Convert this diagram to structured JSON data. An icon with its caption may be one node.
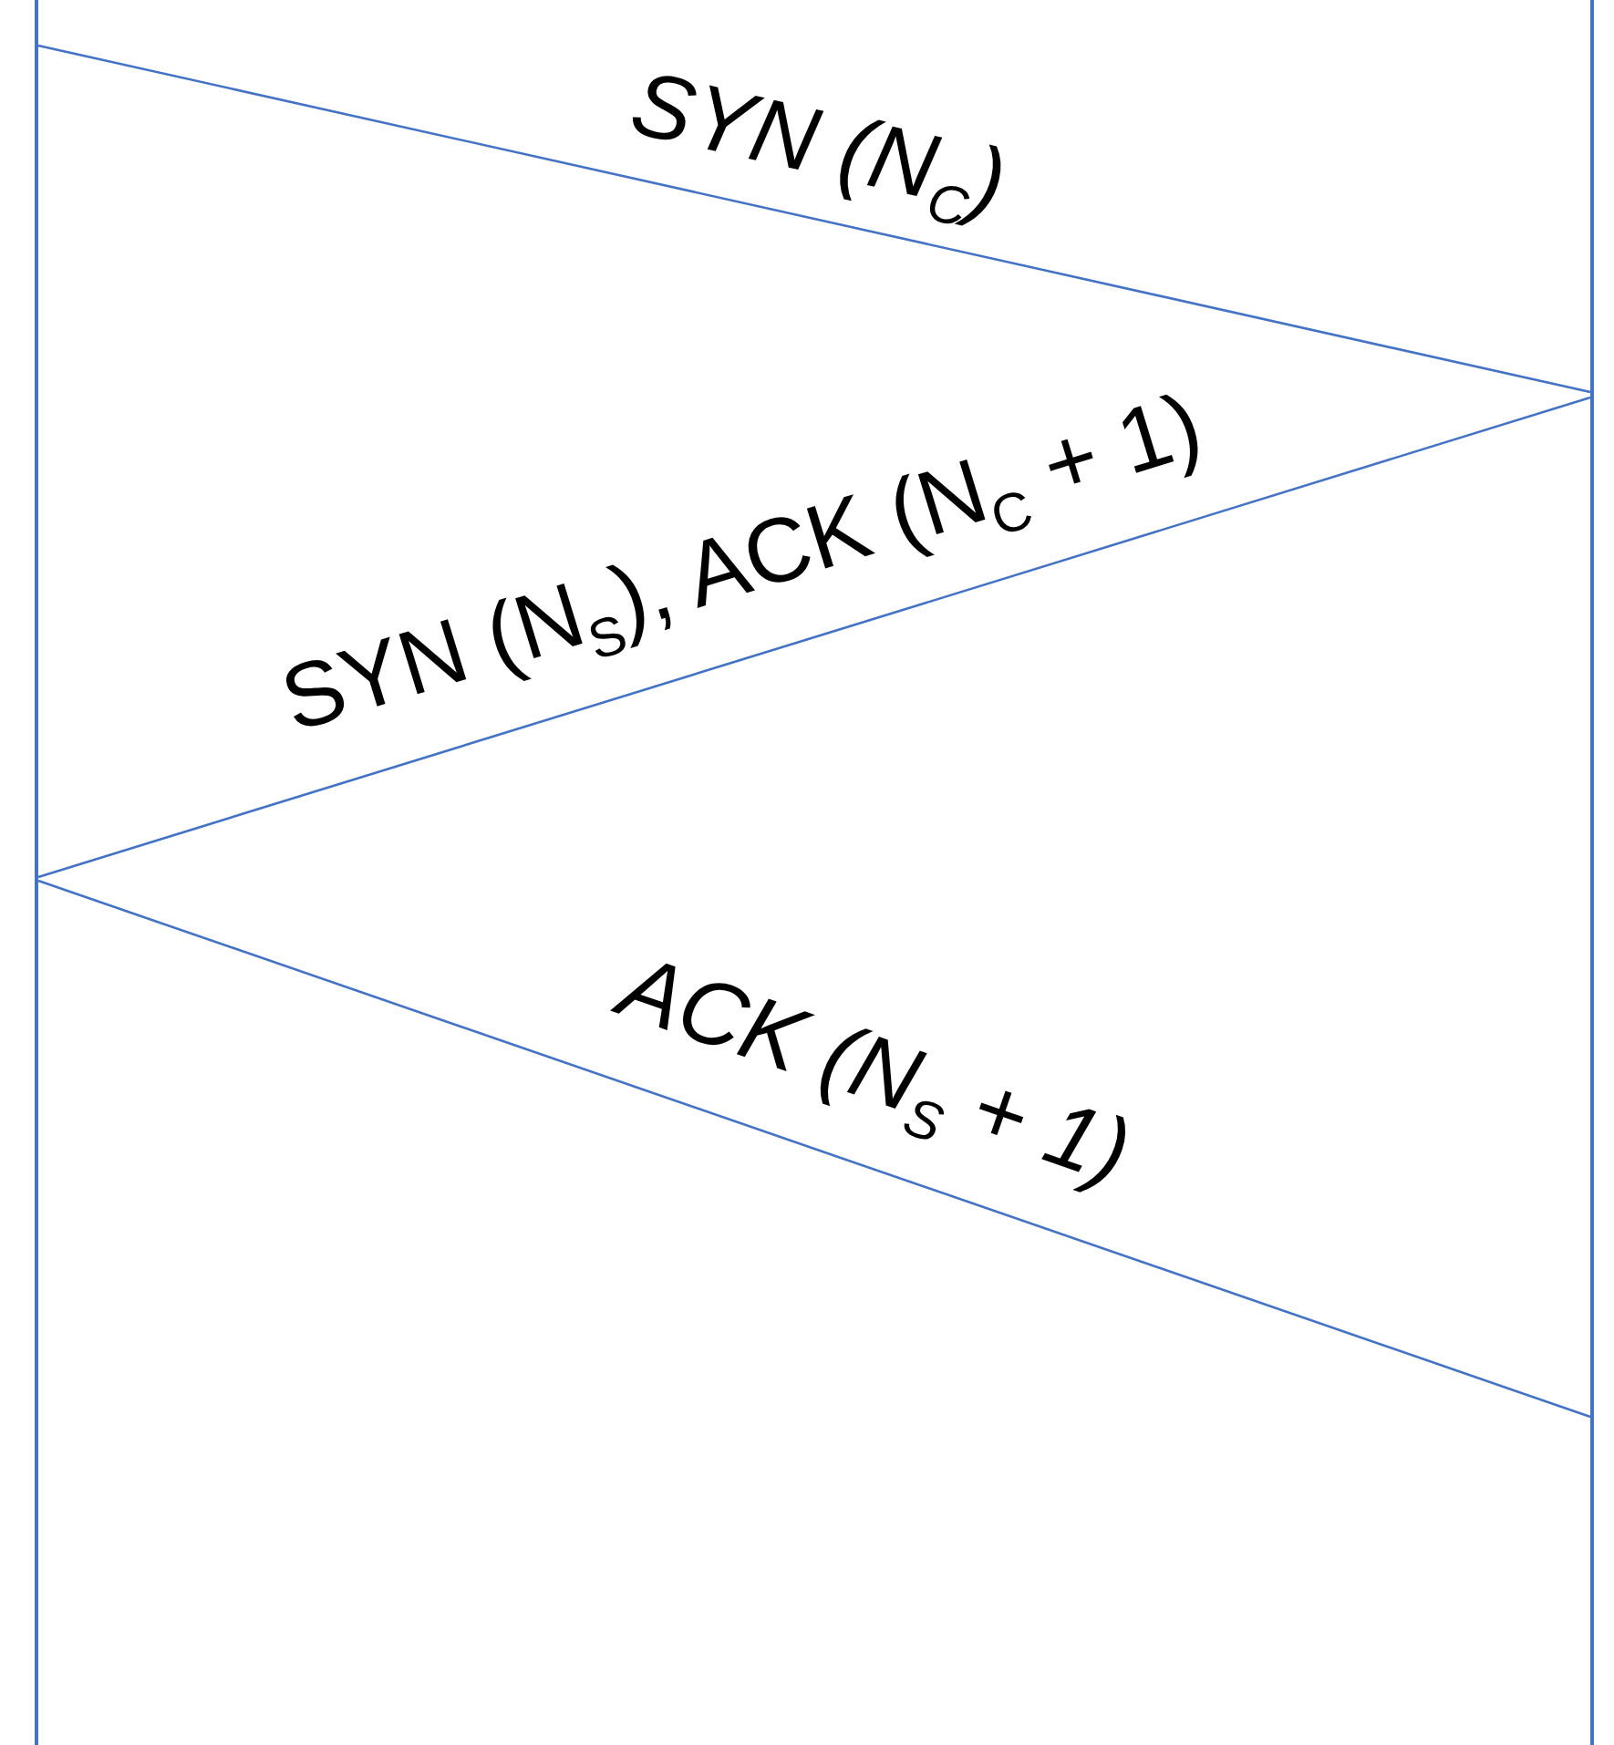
{
  "diagram": {
    "nodes": [
      {
        "text": [],
        "shape": "bar"
      },
      {
        "text": [],
        "shape": "bar"
      }
    ],
    "edges": [
      {
        "from": 0,
        "to": 1,
        "arrow": "none",
        "label": "SYN (N$_{C}$)"
      },
      {
        "from": 1,
        "to": 0,
        "arrow": "none",
        "label": "SYN (N$_{S}$), ACK (N$_{C}$ + 1)"
      },
      {
        "from": 0,
        "to": 1,
        "arrow": "none",
        "label": "ACK (N$_{S}$ + 1)"
      }
    ]
  }
}
